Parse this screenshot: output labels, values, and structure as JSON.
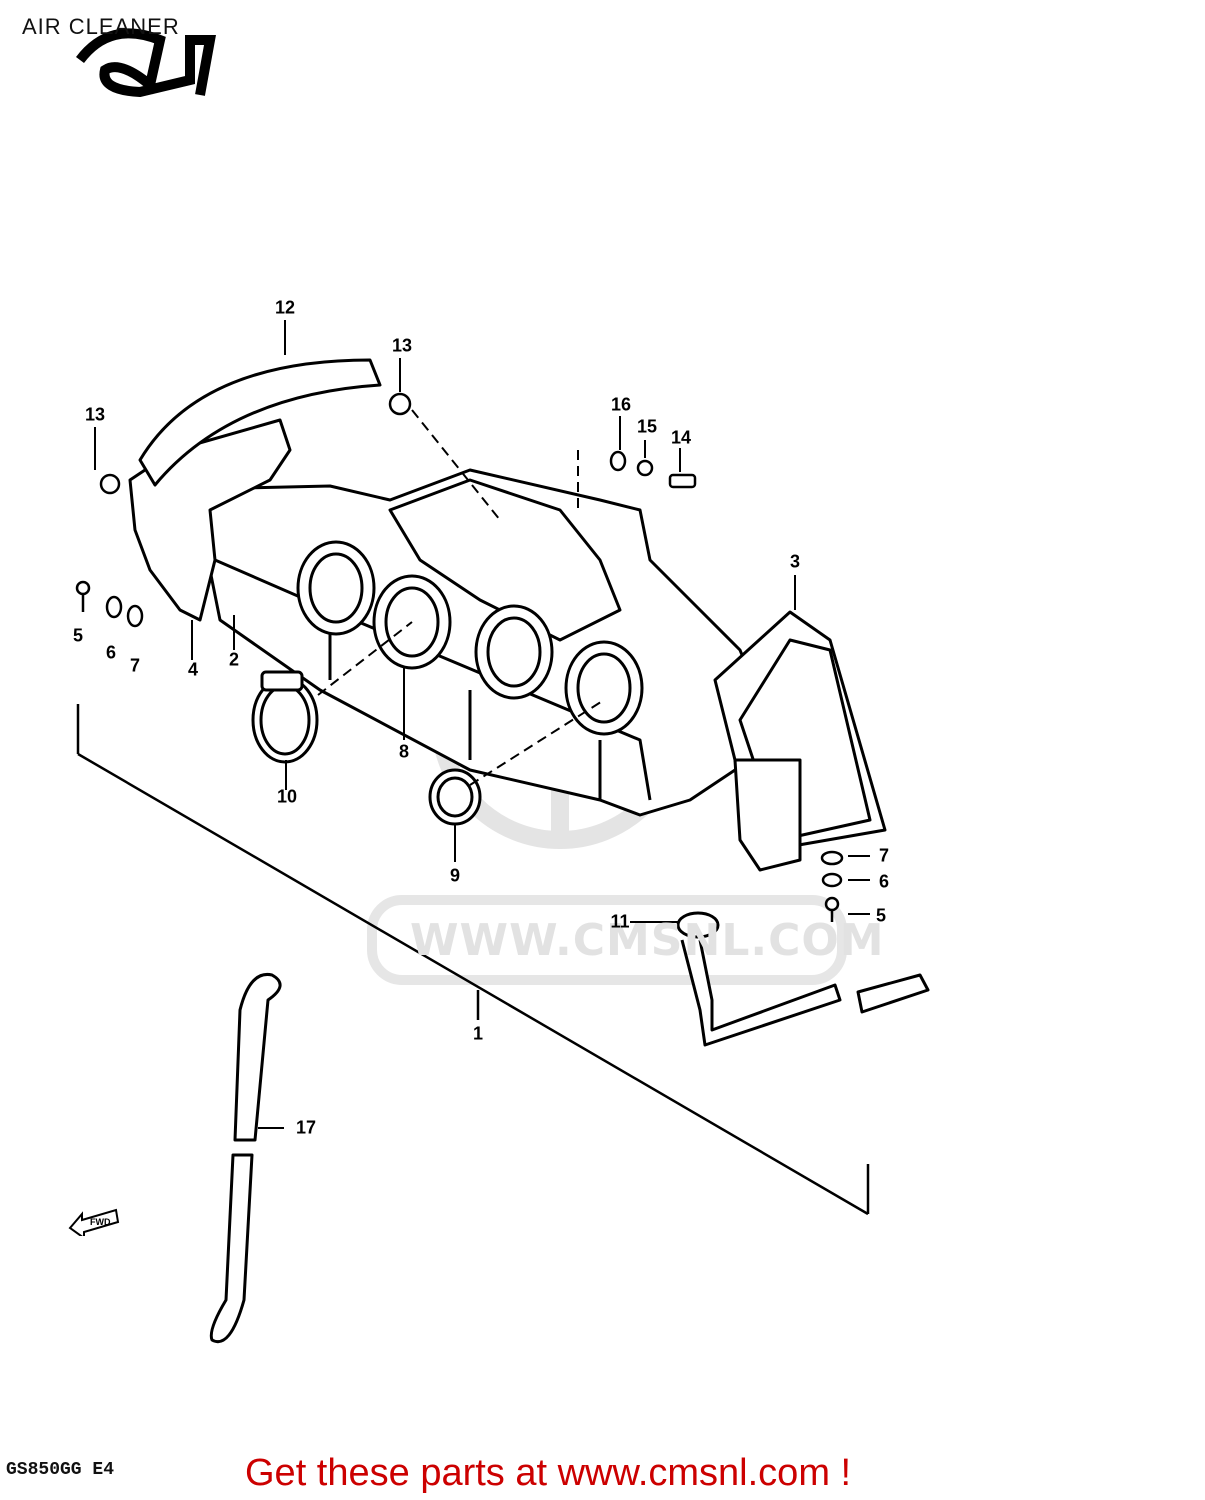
{
  "diagram": {
    "title": "AIR CLEANER",
    "model_code": "GS850GG  E4",
    "promo_text": "Get these parts at www.cmsnl.com !",
    "promo_color": "#cc0000",
    "watermark_text": "WWW.CMSNL.COM",
    "direction_marker": "FWD",
    "callouts": [
      "1",
      "2",
      "3",
      "4",
      "5",
      "5",
      "6",
      "6",
      "7",
      "7",
      "8",
      "9",
      "10",
      "11",
      "12",
      "13",
      "13",
      "14",
      "15",
      "16",
      "17"
    ]
  }
}
